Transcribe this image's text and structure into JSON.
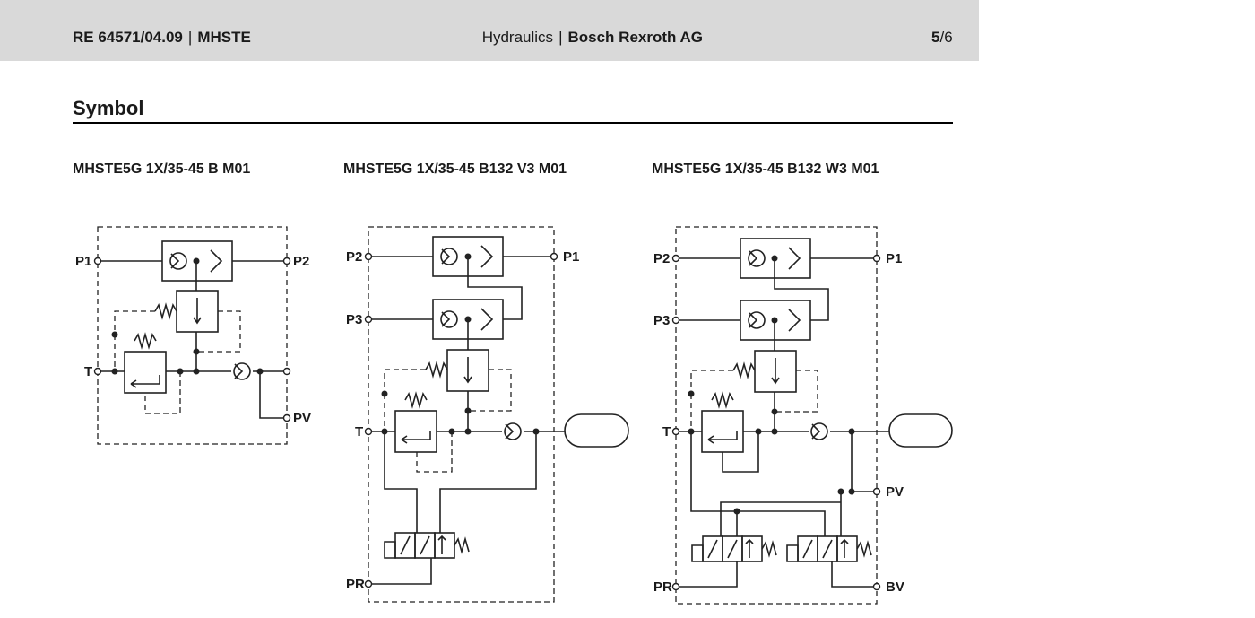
{
  "header": {
    "doc_code": "RE 64571/04.09",
    "product": "MHSTE",
    "category": "Hydraulics",
    "company": "Bosch Rexroth AG",
    "page_current": "5",
    "page_total": "/6"
  },
  "section": {
    "title": "Symbol"
  },
  "symbols": [
    {
      "title": "MHSTE5G 1X/35-45 B M01",
      "ports": {
        "p1": "P1",
        "p2": "P2",
        "t": "T",
        "pv": "PV"
      }
    },
    {
      "title": "MHSTE5G 1X/35-45 B132 V3 M01",
      "ports": {
        "p2": "P2",
        "p1": "P1",
        "p3": "P3",
        "t": "T",
        "pr": "PR"
      }
    },
    {
      "title": "MHSTE5G 1X/35-45 B132 W3 M01",
      "ports": {
        "p2": "P2",
        "p1": "P1",
        "p3": "P3",
        "t": "T",
        "pv": "PV",
        "pr": "PR",
        "bv": "BV"
      }
    }
  ]
}
